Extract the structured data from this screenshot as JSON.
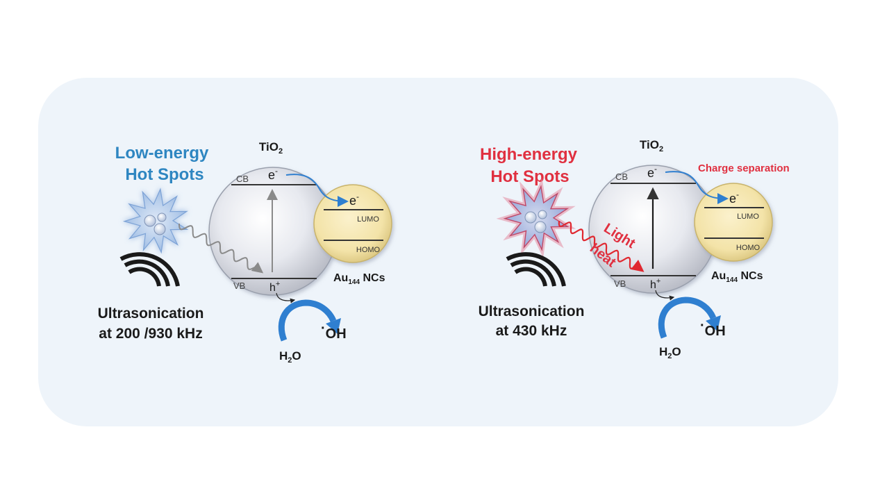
{
  "left": {
    "title_line1": "Low-energy",
    "title_line2": "Hot Spots",
    "title_color": "#2e86c1",
    "tio2_main": "TiO",
    "tio2_sub": "2",
    "cb_label": "CB",
    "vb_label": "VB",
    "electron_base": "e",
    "electron_sup": "-",
    "electron_base_2": "e",
    "electron_sup_2": "-",
    "hole_base": "h",
    "hole_sup": "+",
    "lumo_label": "LUMO",
    "homo_label": "HOMO",
    "au_main": "Au",
    "au_sub": "144",
    "au_suffix": " NCs",
    "sonication_line1": "Ultrasonication",
    "sonication_line2": "at 200 /930 kHz",
    "oh_dot": "·",
    "oh_text": "OH",
    "h2o_h": "H",
    "h2o_sub": "2",
    "h2o_o": "O"
  },
  "right": {
    "title_line1": "High-energy",
    "title_line2": "Hot Spots",
    "title_color": "#e03040",
    "tio2_main": "TiO",
    "tio2_sub": "2",
    "cb_label": "CB",
    "vb_label": "VB",
    "electron_base": "e",
    "electron_sup": "-",
    "electron_base_2": "e",
    "electron_sup_2": "-",
    "hole_base": "h",
    "hole_sup": "+",
    "lumo_label": "LUMO",
    "homo_label": "HOMO",
    "au_main": "Au",
    "au_sub": "144",
    "au_suffix": " NCs",
    "charge_separation": "Charge separation",
    "light_label": "Light",
    "heat_label": "heat",
    "sonication_line1": "Ultrasonication",
    "sonication_line2": "at 430 kHz",
    "oh_dot": "·",
    "oh_text": "OH",
    "h2o_h": "H",
    "h2o_sub": "2",
    "h2o_o": "O"
  },
  "colors": {
    "panel_bg": "#eef4fa",
    "tio2_fill": "#e6e8ee",
    "au_fill": "#f3e3a8",
    "star_fill": "#aac6ea",
    "star_glow_left": "#9cc4ee",
    "star_glow_right": "#d98a9c",
    "arrow_blue": "#2f7fd0",
    "heat_red": "#e02830",
    "label_red": "#e03040"
  }
}
